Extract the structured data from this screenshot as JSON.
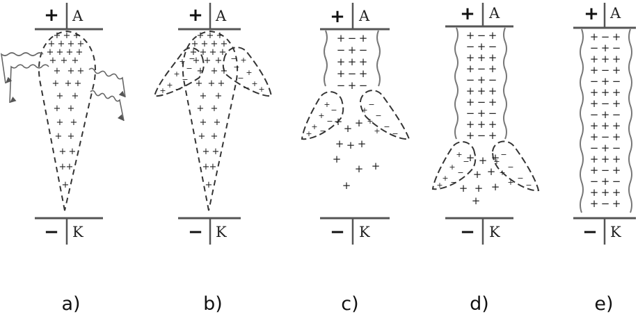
{
  "panels": [
    {
      "label": "a)",
      "anode_sign": "+",
      "anode_label": "A",
      "cathode_sign": "−",
      "cathode_label": "K"
    },
    {
      "label": "b)",
      "anode_sign": "+",
      "anode_label": "A",
      "cathode_sign": "−",
      "cathode_label": "K"
    },
    {
      "label": "c)",
      "anode_sign": "+",
      "anode_label": "A",
      "cathode_sign": "−",
      "cathode_label": "K"
    },
    {
      "label": "d)",
      "anode_sign": "+",
      "anode_label": "A",
      "cathode_sign": "−",
      "cathode_label": "K"
    },
    {
      "label": "e)",
      "anode_sign": "+",
      "anode_label": "A",
      "cathode_sign": "−",
      "cathode_label": "K"
    }
  ],
  "charge_symbols": {
    "positive": "+",
    "negative": "−"
  },
  "colors": {
    "electrode": "#555555",
    "envelope": "#333333",
    "channel_wall": "#777777",
    "radiation": "#666666"
  }
}
